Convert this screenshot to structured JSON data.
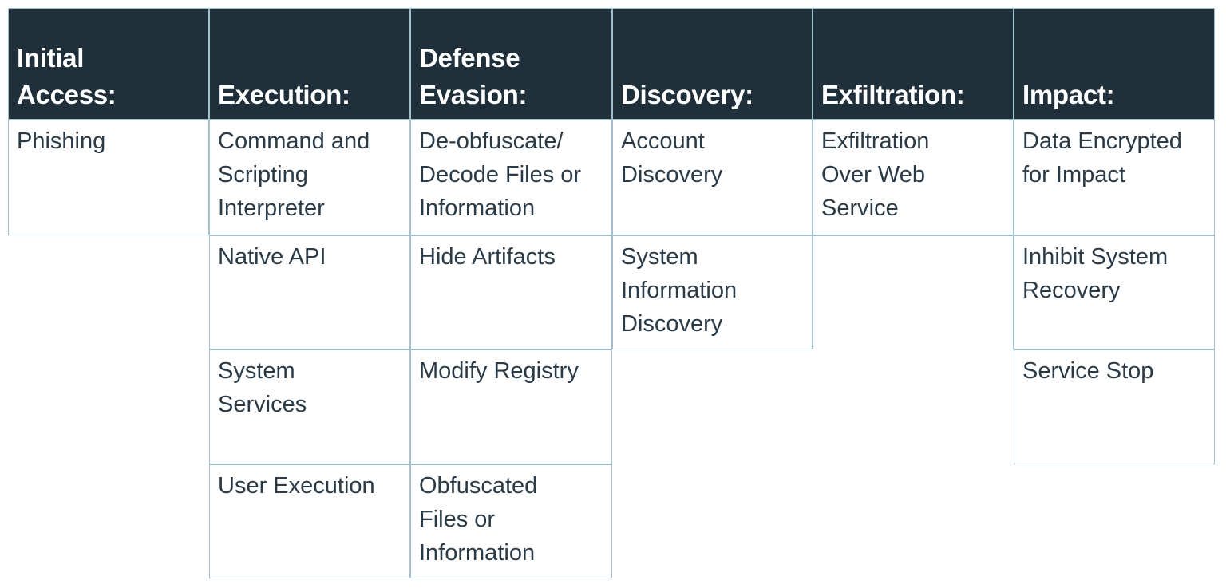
{
  "theme": {
    "header_bg": "#20303b",
    "header_text": "#ffffff",
    "body_text": "#2a3b47",
    "border_color": "#a3becd",
    "page_bg": "#ffffff"
  },
  "table": {
    "columns": [
      {
        "header": "Initial\nAccess:",
        "cells": [
          {
            "label": "Phishing"
          }
        ]
      },
      {
        "header": "Execution:",
        "cells": [
          {
            "label": "Command and\nScripting\nInterpreter"
          },
          {
            "label": "Native API"
          },
          {
            "label": "System\nServices"
          },
          {
            "label": "User Execution"
          }
        ]
      },
      {
        "header": "Defense\nEvasion:",
        "cells": [
          {
            "label": "De-obfuscate/\nDecode Files or\nInformation"
          },
          {
            "label": "Hide Artifacts"
          },
          {
            "label": "Modify Registry"
          },
          {
            "label": "Obfuscated\nFiles or\nInformation"
          }
        ]
      },
      {
        "header": "Discovery:",
        "cells": [
          {
            "label": "Account\nDiscovery"
          },
          {
            "label": "System\nInformation\nDiscovery"
          }
        ]
      },
      {
        "header": "Exfiltration:",
        "cells": [
          {
            "label": "Exfiltration\nOver Web\nService"
          },
          {
            "label": ""
          }
        ]
      },
      {
        "header": "Impact:",
        "cells": [
          {
            "label": "Data Encrypted\nfor Impact"
          },
          {
            "label": "Inhibit System\nRecovery"
          },
          {
            "label": "Service Stop"
          }
        ]
      }
    ]
  }
}
